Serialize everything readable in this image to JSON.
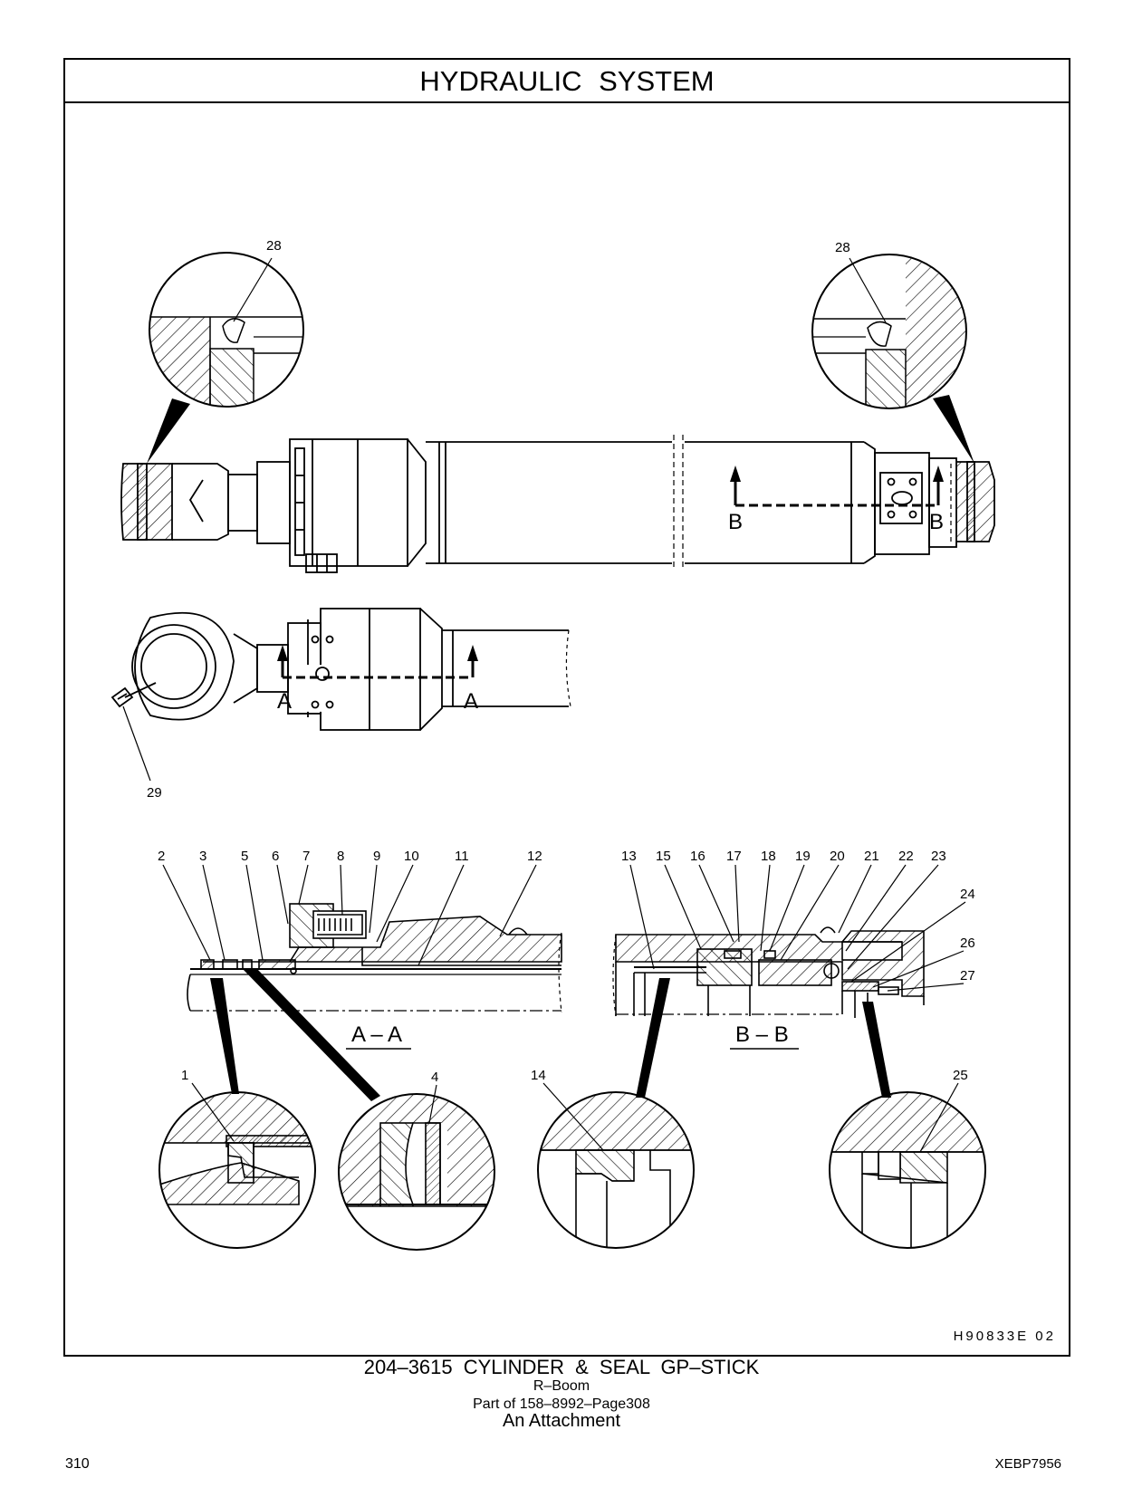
{
  "header": {
    "title": "HYDRAULIC  SYSTEM"
  },
  "callouts": {
    "c1": "1",
    "c2": "2",
    "c3": "3",
    "c4": "4",
    "c5": "5",
    "c6": "6",
    "c7": "7",
    "c8": "8",
    "c9": "9",
    "c10": "10",
    "c11": "11",
    "c12": "12",
    "c13": "13",
    "c14": "14",
    "c15": "15",
    "c16": "16",
    "c17": "17",
    "c18": "18",
    "c19": "19",
    "c20": "20",
    "c21": "21",
    "c22": "22",
    "c23": "23",
    "c24": "24",
    "c25": "25",
    "c26": "26",
    "c27": "27",
    "c28": "28",
    "c29": "29"
  },
  "section_marks": {
    "a": "A",
    "b": "B"
  },
  "section_titles": {
    "aa": "A – A",
    "bb": "B – B"
  },
  "figure_code": "H90833E   02",
  "caption": {
    "part": "204–3615   CYLINDER  &  SEAL  GP–STICK",
    "line2": "R–Boom",
    "line3": "Part of 158–8992–Page308",
    "line4": "An Attachment"
  },
  "footer": {
    "page": "310",
    "doc_id": "XEBP7956"
  }
}
